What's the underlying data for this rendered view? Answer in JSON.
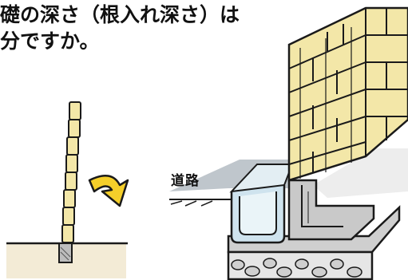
{
  "caption": {
    "line1": "礎の深さ（根入れ深さ）は",
    "line2": "分ですか。"
  },
  "labels": {
    "road": "道路"
  },
  "colors": {
    "block": "#f3e7a8",
    "ground": "#f3ebd6",
    "concrete": "#d9d9d9",
    "arrow": "#f5cf2a",
    "gutter": "#cfe3ee",
    "ink": "#1a1a1a"
  },
  "icons": {
    "arrow": "curved-arrow-icon"
  }
}
